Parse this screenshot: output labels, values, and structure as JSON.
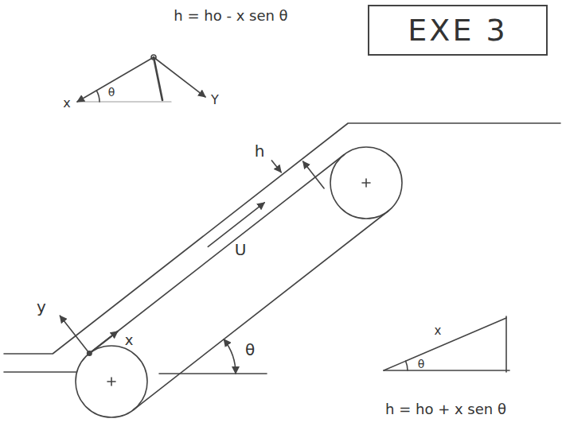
{
  "diagram": {
    "nodes": [
      {
        "text": [
          "EXE 3"
        ]
      }
    ],
    "labels": [
      "h = ho - x sen θ",
      "x",
      "θ",
      "Y",
      "h",
      "U",
      "y",
      "x",
      "θ",
      "x",
      "θ",
      "h = ho + x sen θ"
    ]
  }
}
